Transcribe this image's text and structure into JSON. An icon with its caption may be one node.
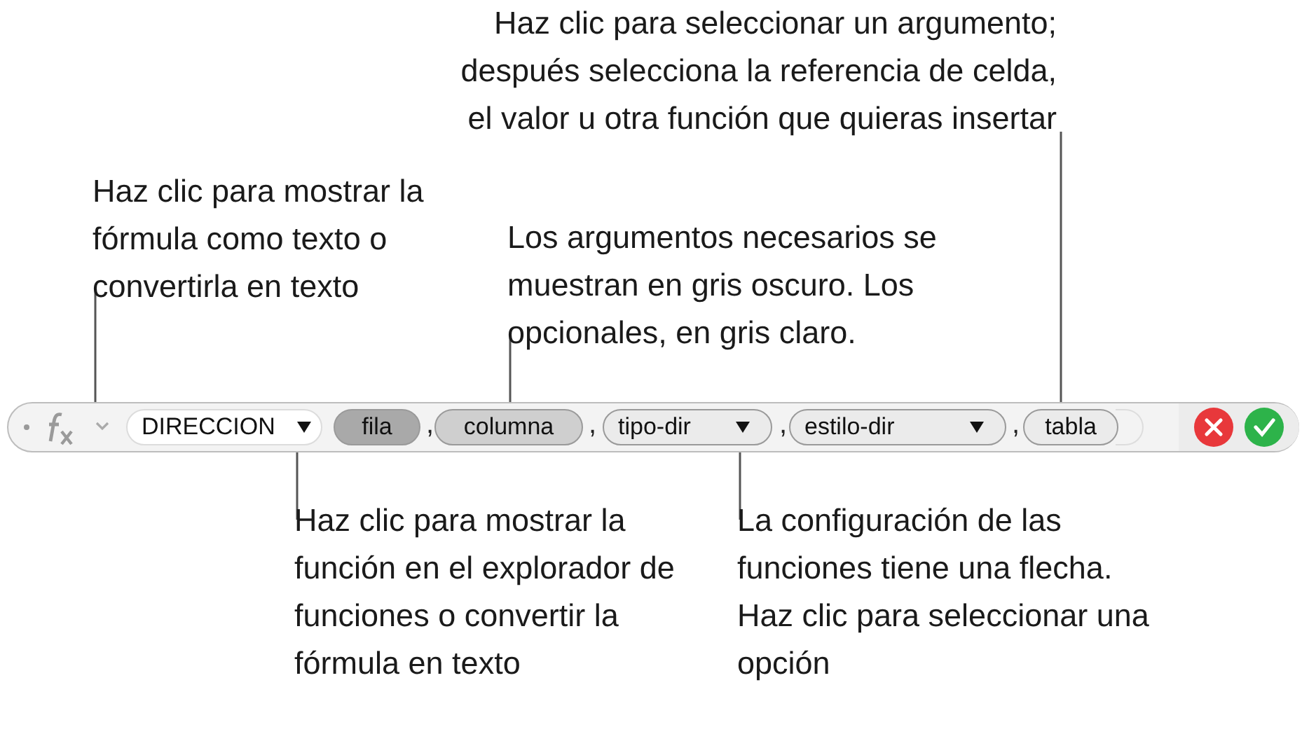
{
  "diagram": {
    "nodes": [
      {
        "text": [
          "Haz clic para mostrar la fórmula como texto o convertirla en texto"
        ]
      },
      {
        "text": [
          "Los argumentos necesarios se muestran en gris oscuro. Los opcionales, en gris claro."
        ]
      },
      {
        "text": [
          "Haz clic para seleccionar un argumento; después selecciona la referencia de celda, el valor u otra función que quieras insertar"
        ]
      },
      {
        "text": [
          "Haz clic para mostrar la función en el explorador de funciones o convertir la fórmula en texto"
        ]
      },
      {
        "text": [
          "La configuración de las funciones tiene una flecha. Haz clic para seleccionar una opción"
        ]
      },
      {
        "text": [],
        "shape": "bar"
      },
      {
        "text": [],
        "shape": "picture",
        "in": 5
      },
      {
        "text": [
          "DIRECCION"
        ],
        "in": 5
      },
      {
        "text": [
          "fila"
        ],
        "in": 5
      },
      {
        "text": [
          "columna"
        ],
        "in": 5
      },
      {
        "text": [
          "tipo-dir"
        ],
        "in": 5
      },
      {
        "text": [
          "estilo-dir"
        ],
        "in": 5
      },
      {
        "text": [
          "tabla"
        ],
        "in": 5
      }
    ],
    "edges": [
      {
        "from": 0,
        "to": 6,
        "arrow": "none"
      },
      {
        "from": 1,
        "to": 9,
        "arrow": "none"
      },
      {
        "from": 2,
        "to": 12,
        "arrow": "none"
      },
      {
        "from": 3,
        "to": 7,
        "arrow": "none"
      },
      {
        "from": 4,
        "to": 10,
        "arrow": "none"
      }
    ],
    "labels": [
      ",",
      ",",
      ",",
      ","
    ]
  }
}
